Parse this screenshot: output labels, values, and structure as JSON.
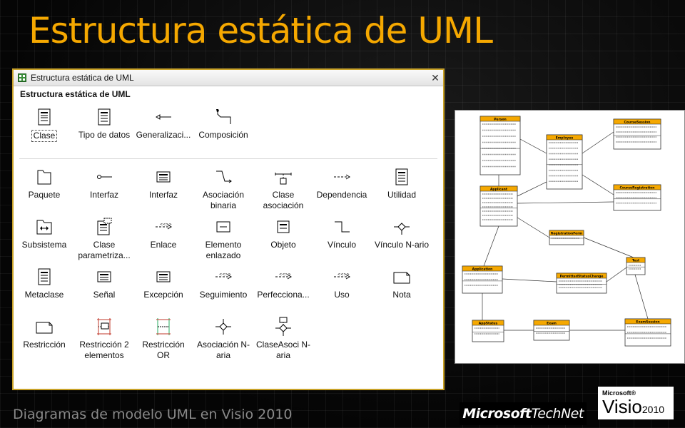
{
  "slide": {
    "title": "Estructura estática de UML",
    "footer": "Diagramas de modelo UML en Visio 2010"
  },
  "stencil": {
    "window_title": "Estructura estática de UML",
    "heading": "Estructura estática de UML",
    "close_glyph": "✕",
    "quick_shapes": [
      {
        "label": "Clase",
        "icon": "class-icon",
        "selected": true
      },
      {
        "label": "Tipo de datos",
        "icon": "datatype-icon"
      },
      {
        "label": "Generalizaci...",
        "icon": "generalization-icon"
      },
      {
        "label": "Composición",
        "icon": "composition-icon"
      }
    ],
    "shapes": [
      {
        "label": "Paquete",
        "icon": "package-icon"
      },
      {
        "label": "Interfaz",
        "icon": "interface-lollipop-icon"
      },
      {
        "label": "Interfaz",
        "icon": "interface-class-icon"
      },
      {
        "label": "Asociación binaria",
        "icon": "binary-association-icon"
      },
      {
        "label": "Clase asociación",
        "icon": "association-class-icon"
      },
      {
        "label": "Dependencia",
        "icon": "dependency-icon"
      },
      {
        "label": "Utilidad",
        "icon": "utility-icon"
      },
      {
        "label": "Subsistema",
        "icon": "subsystem-icon"
      },
      {
        "label": "Clase parametriza...",
        "icon": "parameterized-class-icon"
      },
      {
        "label": "Enlace",
        "icon": "link-icon"
      },
      {
        "label": "Elemento enlazado",
        "icon": "bound-element-icon"
      },
      {
        "label": "Objeto",
        "icon": "object-icon"
      },
      {
        "label": "Vínculo",
        "icon": "bond-icon"
      },
      {
        "label": "Vínculo N-ario",
        "icon": "nary-link-icon"
      },
      {
        "label": "Metaclase",
        "icon": "metaclass-icon"
      },
      {
        "label": "Señal",
        "icon": "signal-icon"
      },
      {
        "label": "Excepción",
        "icon": "exception-icon"
      },
      {
        "label": "Seguimiento",
        "icon": "trace-icon"
      },
      {
        "label": "Perfecciona...",
        "icon": "refinement-icon"
      },
      {
        "label": "Uso",
        "icon": "usage-icon"
      },
      {
        "label": "Nota",
        "icon": "note-icon"
      },
      {
        "label": "Restricción",
        "icon": "constraint-icon"
      },
      {
        "label": "Restricción 2 elementos",
        "icon": "constraint-two-elements-icon"
      },
      {
        "label": "Restricción OR",
        "icon": "constraint-or-icon"
      },
      {
        "label": "Asociación N-aria",
        "icon": "nary-association-icon"
      },
      {
        "label": "ClaseAsoci N-aria",
        "icon": "nary-association-class-icon"
      }
    ]
  },
  "diagram": {
    "classes": [
      {
        "name": "Person"
      },
      {
        "name": "Employee"
      },
      {
        "name": "CourseSession"
      },
      {
        "name": "Applicant"
      },
      {
        "name": "CourseRegistration"
      },
      {
        "name": "RegistrationForm"
      },
      {
        "name": "Test"
      },
      {
        "name": "Application"
      },
      {
        "name": "PermittedStatusChange"
      },
      {
        "name": "AppStatus"
      },
      {
        "name": "Exam"
      },
      {
        "name": "ExamSession"
      }
    ]
  },
  "logos": {
    "microsoft_technet": "Microsoft",
    "technet": "TechNet",
    "visio_ms": "Microsoft®",
    "visio_product": "Visio",
    "visio_version": "2010"
  },
  "colors": {
    "title": "#f5a800",
    "panel_border": "#c9a227",
    "class_header": "#f5a800"
  }
}
